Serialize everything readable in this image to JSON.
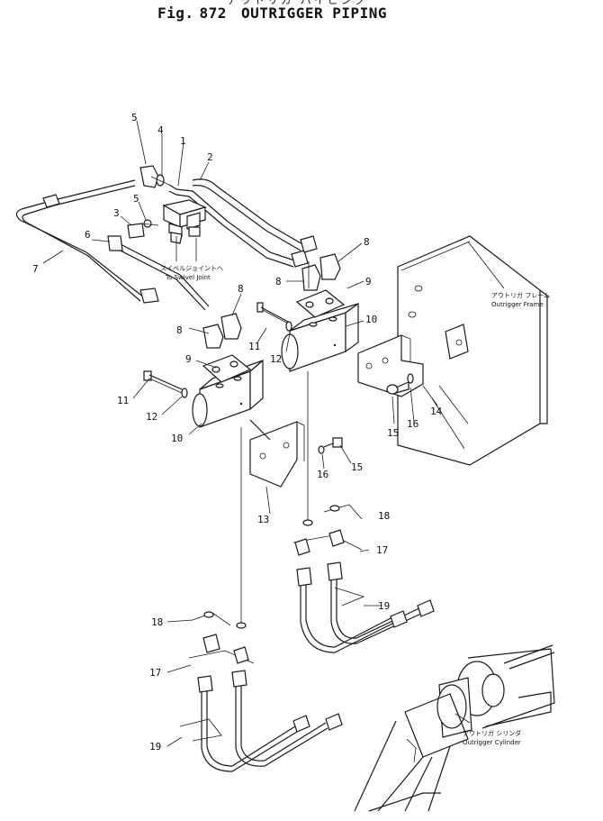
{
  "header": {
    "jp_title": "アウトリガ パイピング",
    "fig_label": "Fig.",
    "fig_number": "872",
    "title": "OUTRIGGER PIPING"
  },
  "notes": {
    "swivel_jp": "スイベルジョイントへ",
    "swivel_en": "To Swivel Joint",
    "frame_jp": "アウトリガ フレーム",
    "frame_en": "Outrigger Frame",
    "cylinder_jp": "アウトリガ シリンダ",
    "cylinder_en": "Outrigger Cylinder"
  },
  "callouts": [
    "1",
    "2",
    "3",
    "4",
    "5",
    "5",
    "6",
    "7",
    "8",
    "8",
    "8",
    "8",
    "9",
    "9",
    "10",
    "10",
    "11",
    "11",
    "12",
    "12",
    "13",
    "14",
    "15",
    "15",
    "16",
    "16",
    "17",
    "17",
    "18",
    "18",
    "19",
    "19"
  ]
}
